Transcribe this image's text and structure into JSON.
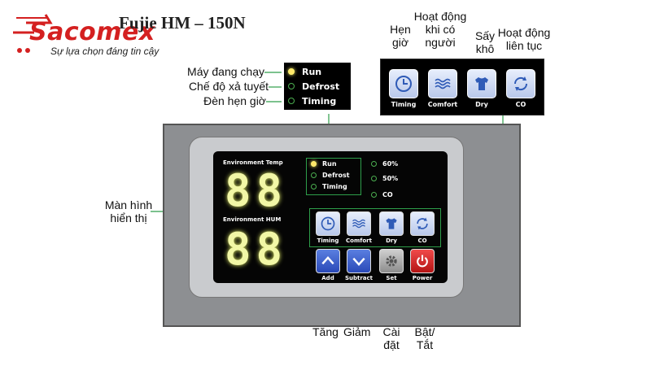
{
  "brand": {
    "name": "Sacomex",
    "tagline": "Sự lựa chọn đáng tin cậy",
    "model": "Fujie HM – 150N"
  },
  "left_labels": {
    "running": "Máy đang chạy",
    "defrost": "Chế độ xả tuyết",
    "timer_light": "Đèn hẹn giờ",
    "display_line1": "Màn hình",
    "display_line2": "hiển thị"
  },
  "top_labels": {
    "timer": "Hẹn giờ",
    "comfort": "Hoạt động khi có người",
    "dry": "Sấy khô",
    "continuous": "Hoạt động liên tục"
  },
  "bottom_labels": {
    "add": "Tăng",
    "subtract": "Giảm",
    "set": "Cài đặt",
    "power": "Bật/ Tắt"
  },
  "indicators": [
    {
      "label": "Run",
      "on": true
    },
    {
      "label": "Defrost",
      "on": false
    },
    {
      "label": "Timing",
      "on": false
    }
  ],
  "humidity_levels": [
    "60%",
    "50%",
    "CO"
  ],
  "display": {
    "temp_title": "Environment Temp",
    "temp_value": "88",
    "hum_title": "Environment HUM",
    "hum_value": "88"
  },
  "mode_buttons": [
    "Timing",
    "Comfort",
    "Dry",
    "CO"
  ],
  "control_buttons": [
    "Add",
    "Subtract",
    "Set",
    "Power"
  ],
  "colors": {
    "brand_red": "#d42020",
    "led_on": "#fff36e",
    "led_off": "#4caf50",
    "callout_line": "#2e9e4a",
    "digit": "#f2f7a6"
  }
}
